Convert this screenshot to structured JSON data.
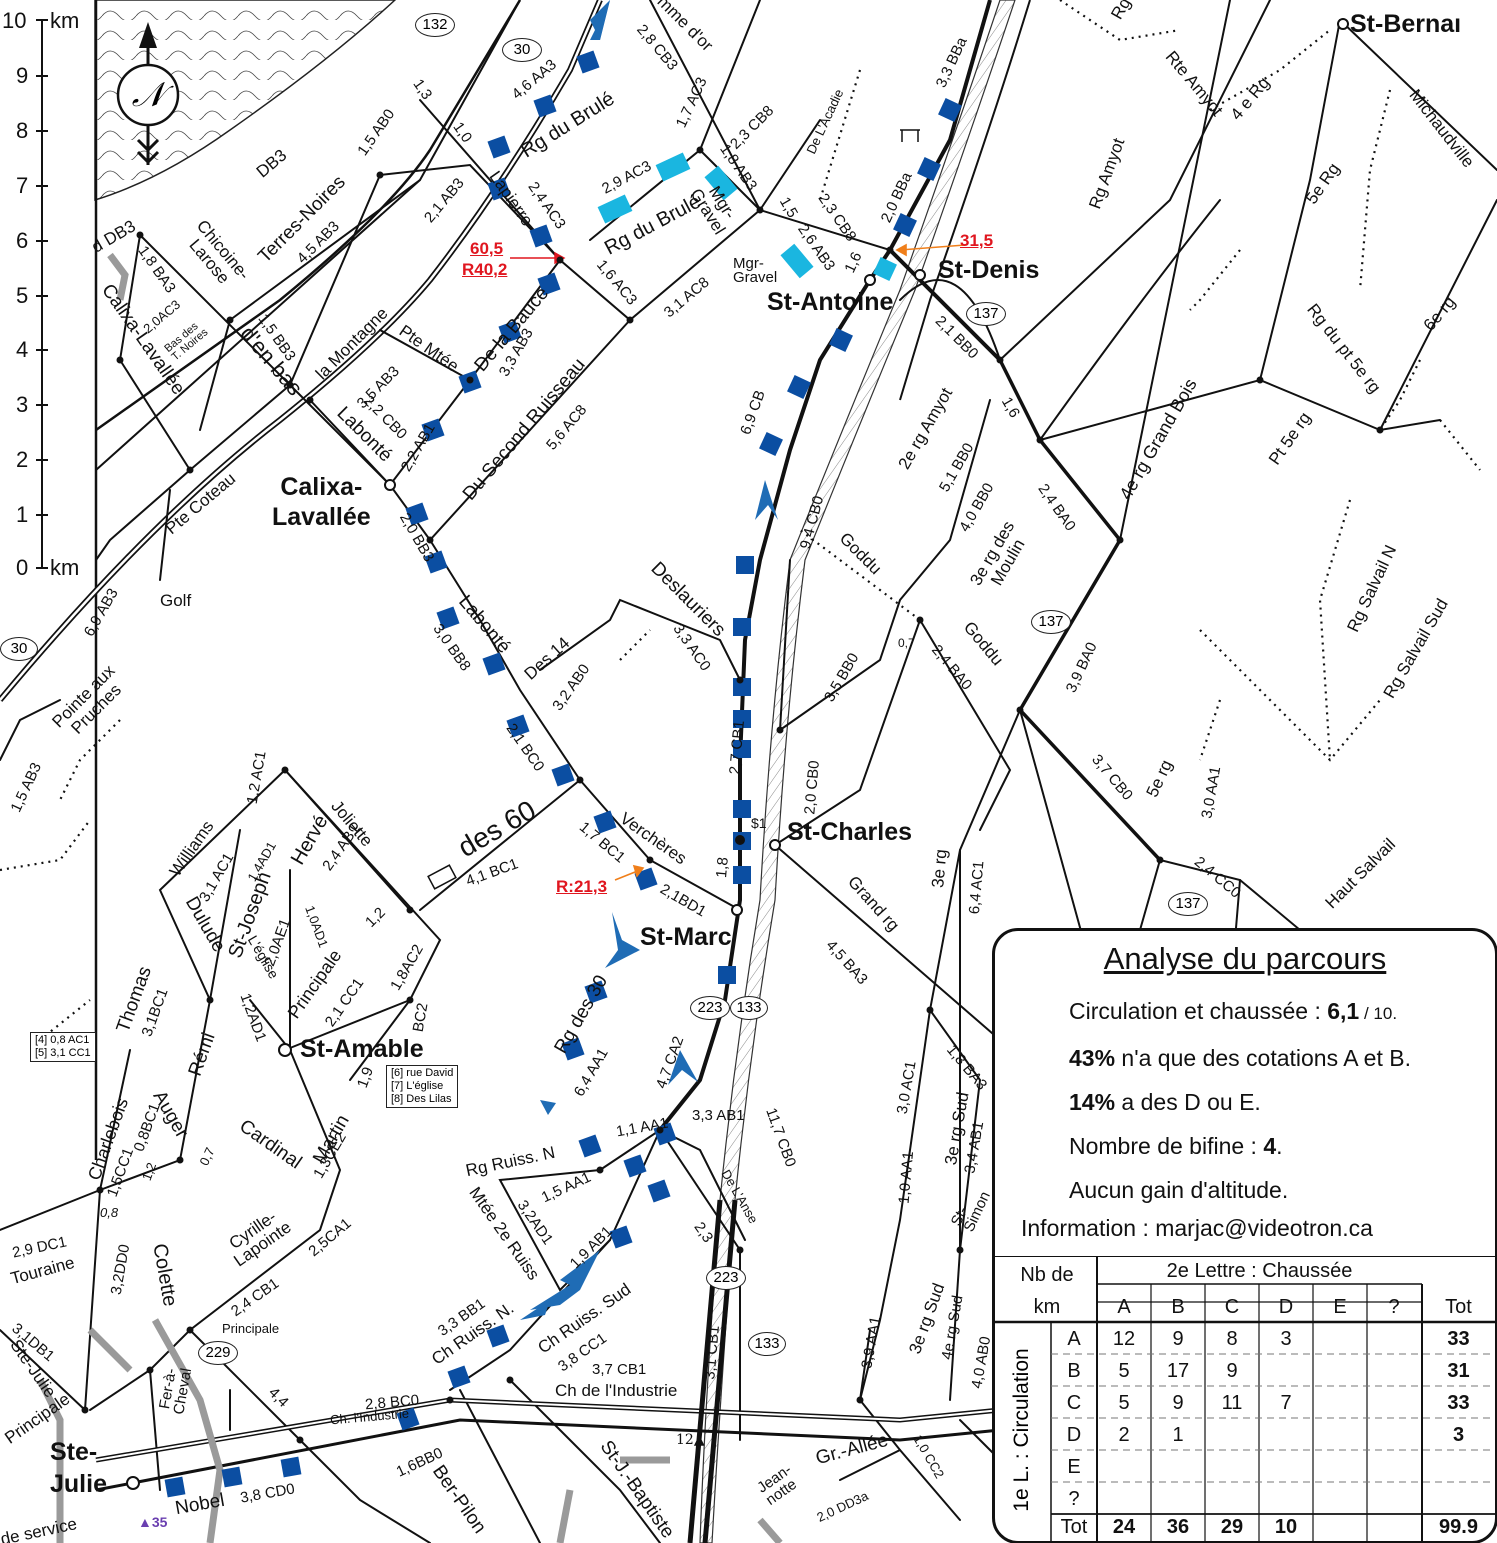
{
  "scale": {
    "ticks": [
      "10",
      "9",
      "8",
      "7",
      "6",
      "5",
      "4",
      "3",
      "2",
      "1",
      "0"
    ],
    "unit_top": "km",
    "unit_bottom": "km"
  },
  "towns": {
    "calixa": "Calixa-\nLavallée",
    "st_antoine": "St-Antoine",
    "st_denis": "St-Denis",
    "st_charles": "St-Charles",
    "st_marc": "St-Marc",
    "st_amable": "St-Amable",
    "ste_julie": "Ste-\nJulie",
    "st_bernard": "St-Bernaı"
  },
  "red_labels": {
    "r605": "60,5",
    "r402": "R40,2",
    "r315": "31,5",
    "r213": "R:21,3"
  },
  "shields": [
    "132",
    "30",
    "137",
    "137",
    "137",
    "30",
    "223",
    "133",
    "223",
    "133",
    "229"
  ],
  "roads": {
    "rg_du_brule_1": "Rg du Brulé",
    "rg_du_brule_2": "Rg du Brulé",
    "mgr_gravel": "Mgr-\nGravel",
    "mgr_gravel2": "Mgr-\nGravel",
    "lapierre": "Lapierre",
    "terres_noires": "Terres-Noires",
    "chicoine": "Chicoine-\nLarose",
    "la_montagne": "la Montagne",
    "pte_mtee": "Pte Mtée",
    "de_la_bauce": "De la Bauce",
    "du_second": "Du Second Ruisseau",
    "labonte": "Labonté",
    "labonte2": "Labonté",
    "pte_coteau": "Pte Coteau",
    "golf": "Golf",
    "pointe_aux": "Pointe aux\nPruches",
    "d_en_bas": "d'en bas",
    "calixa_rd": "Calixa-Lavallée",
    "bas_des": "Bas des\nT. Noires",
    "des14": "Des 14",
    "deslauriers": "Deslauriers",
    "goddu": "Goddu",
    "goddu2": "Goddu",
    "rg_amyot": "Rg Amyot",
    "rte_amyot": "Rte Amyot",
    "4e_rg": "4 e Rg",
    "michaudville": "Michaudville",
    "5e_rg": "5e Rg",
    "6e_rg": "6e rg",
    "rg_pt5": "Rg du pt 5e rg",
    "pt5e": "Pt 5e rg",
    "2e_amyot": "2e rg Amyot",
    "4e_grand": "4e rg Grand Bois",
    "3e_moulin": "3e rg des\nMoulin",
    "rg_salvail_n": "Rg Salvail N",
    "rg_salvail_sud": "Rg Salvail Sud",
    "haut_salvail": "Haut Salvail",
    "5e_rg2": "5e rg",
    "grand_rg": "Grand rg",
    "3e_rg": "3e rg",
    "3e_rg_sud": "3e rg Sud",
    "3e_rg_sud2": "3e rg Sud",
    "4e_rg_sud": "4e rg Sud",
    "st_simon": "St-\nSimon",
    "verch": "Verchères",
    "des60": "des  60",
    "joliette": "Joliette",
    "herve": "Hervé",
    "williams": "Williams",
    "st_joseph": "St-Joseph",
    "dulude": "Dulude",
    "leglise": "L'église",
    "principale": "Principale",
    "thomas": "Thomas",
    "remi": "Rémi",
    "auger": "Auger",
    "charlebois": "Charlebois",
    "cardinal": "Cardinal",
    "martin": "Martin",
    "cyrille": "Cyrille-\nLapointe",
    "colette": "Colette",
    "fer_cheval": "Fer-à-\nCheval",
    "touraine": "Touraine",
    "rg_des30": "Rg des 30",
    "rg_ruiss_n": "Rg Ruiss. N",
    "mtee_2e": "Mtée 2e Ruiss",
    "ch_ruiss_n": "Ch Ruiss. N.",
    "ch_ruiss_sud": "Ch Ruiss. Sud",
    "ch_industrie": "Ch de l'Industrie",
    "ch_industrie2": "Ch. l'Industrie",
    "nobel": "Nobel",
    "ber_pilon": "Ber-Pilon",
    "st_j_baptiste": "St-J.-Baptiste",
    "gr_allee": "Gr.-Allée",
    "jean_notte": "Jean-\nnotte",
    "de_lanse": "De L'Anse",
    "de_lacadie": "De L'Acadie",
    "principale2": "Principale",
    "db3": "DB3",
    "ste_julie_rd": "Ste-Julie",
    "principale3": "Principale",
    "de_service": "de service",
    "gauche_dB3": "d DB3",
    "rg_en_haut": "Rg",
    "creme": "mme d'or"
  },
  "codes": [
    "2,8 CB3",
    "4,6 AA3",
    "1,7 AC3",
    "2,3 CB8",
    "1,3",
    "1,0",
    "1,5 AB0",
    "2,1 AB3",
    "2,4 AC3",
    "2,9 AC3",
    "1,8 AB3",
    "1,5",
    "2,3 CB8",
    "2,6 AB3",
    "1,6",
    "2,0 BBa",
    "3,3 BBa",
    "1,6 AC3",
    "3,1 AC8",
    "4,5 AB3",
    "1,8 BA3",
    "2,0AC3",
    "1,5 BB3",
    "3,5 AB3",
    "2,2 CB0",
    "3,3 AB3",
    "2,2 AB1",
    "5,6 AC8",
    "6,9 CB",
    "9,4 CB0",
    "2,1 BB0",
    "1,6",
    "5,1 BB0",
    "4,0 BB0",
    "2,4 BA0",
    "2,0 BB3",
    "3,0 BB8",
    "3,2 AB0",
    "3,3 AC0",
    "2,1 BC0",
    "3,5 BB0",
    "2,4 BA0",
    "3,9 BA0",
    "2,7 CB1",
    "2,0 CB0",
    "1,7 BC1",
    "1,8",
    "2,1BD1",
    "4,1 BC1",
    "1,2 AC1",
    "2,4 AB1",
    "1,4AD1",
    "3,1 AC1",
    "2,0AE1",
    "1,0AD1",
    "1,2",
    "1,8AC2",
    "2,1 CC1",
    "BC2",
    "1,9",
    "1,3CE2",
    "1,2AD1",
    "3,1BC1",
    "0,8BC1",
    "1,5CC1",
    "2,5CA1",
    "2,4 CB1",
    "3,2DD0",
    "2,9 DC1",
    "3,1DB1",
    "6,4 AA1",
    "4,7 CA2",
    "1,1 AA1",
    "3,3 AB1",
    "1,5 AA1",
    "3,2AD1",
    "1,9 AB1",
    "3,3 BB1",
    "3,8 CC1",
    "3,7 CB1",
    "11,7 CB0",
    "3,1 CB1",
    "4,5 BA3",
    "6,4 AC1",
    "1,8 BA3",
    "3,0 AC1",
    "1,0 AA1",
    "3,4 AB1",
    "3,9 AA1",
    "4,0 AB0",
    "3,7 CB0",
    "3,0 AA1",
    "2,4 CC0",
    "2,8 BC0",
    "1,6BB0",
    "3,8 CD0",
    "2,0 DD3a",
    "1,0 CC2",
    "6,9 AB3",
    "1,5 AB3",
    "0,7",
    "0,7",
    "1,2",
    "2,3",
    "4,4",
    "0,8"
  ],
  "info_boxes": {
    "left": "[4] 0,8 AC1\n[5] 3,1 CC1",
    "right": "[6] rue David\n[7] L'église\n[8] Des Lilas"
  },
  "panel": {
    "title": "Analyse du parcours",
    "line1_prefix": "Circulation et chaussée : ",
    "line1_value": "6,1",
    "line1_suffix": " / 10.",
    "line2_value": "43%",
    "line2_text": " n'a que des cotations A et B.",
    "line3_value": "14%",
    "line3_text": " a des D ou E.",
    "line4_prefix": "Nombre de bifine : ",
    "line4_value": "4",
    "line4_suffix": ".",
    "line5": "Aucun gain d'altitude.",
    "line6": "Information  : marjac@videotron.ca",
    "table": {
      "corner_top": "Nb de",
      "corner_bottom": "km",
      "header_group": "2e Lettre : Chaussée",
      "row_group": "1e L. : Circulation",
      "col_headers": [
        "A",
        "B",
        "C",
        "D",
        "E",
        "?",
        "Tot"
      ],
      "rows": [
        {
          "label": "A",
          "cells": [
            "12",
            "9",
            "8",
            "3",
            "",
            "",
            ""
          ],
          "total": "33"
        },
        {
          "label": "B",
          "cells": [
            "5",
            "17",
            "9",
            "",
            "",
            "",
            ""
          ],
          "total": "31"
        },
        {
          "label": "C",
          "cells": [
            "5",
            "9",
            "11",
            "7",
            "",
            "",
            ""
          ],
          "total": "33"
        },
        {
          "label": "D",
          "cells": [
            "2",
            "1",
            "",
            "",
            "",
            "",
            ""
          ],
          "total": "3"
        },
        {
          "label": "E",
          "cells": [
            "",
            "",
            "",
            "",
            "",
            "",
            ""
          ],
          "total": ""
        },
        {
          "label": "?",
          "cells": [
            "",
            "",
            "",
            "",
            "",
            "",
            ""
          ],
          "total": ""
        }
      ],
      "tot_label": "Tot",
      "tot_cells": [
        "24",
        "36",
        "29",
        "10",
        "",
        ""
      ],
      "grand_total": "99.9"
    }
  },
  "misc": {
    "dollar": "$1",
    "mark12": "12▲",
    "mark35": "▲35"
  },
  "colors": {
    "route": "#0b4ea2",
    "alt": "#1ab6e0",
    "arrow": "#1f6cb5",
    "red": "#e0161f",
    "orange": "#f07f1a",
    "gray": "#9a9a9a"
  }
}
